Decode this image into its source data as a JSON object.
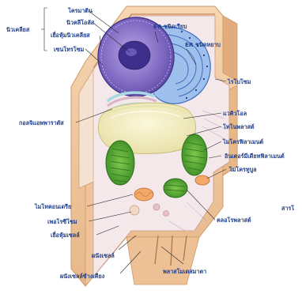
{
  "nucleus_group_label": "นิวเคลียส",
  "labels": {
    "chromatin": "โครมาติน",
    "nucleolus": "นิวคลีโอลัส",
    "nuclear_membrane": "เยื่อหุ้มนิวเคลียส",
    "nuclear_pore": "เซนโทรโซม",
    "golgi": "กอลจิแอพพาราตัส",
    "rough_er": "ER ชนิดเรียบ",
    "smooth_er": "ER ชนิดหยาบ",
    "ribosome": "ไรโบโซม",
    "vacuole": "แวคิวโอล",
    "tonoplast": "โทโนพลาสต์",
    "mitochondrion": "ไมโครฟิลาเมนต์",
    "intermediate_filament": "อินเตอร์มีเดียทฟิลาเมนต์",
    "microtubule": "ไมโครทูบูล",
    "far_right": "สารโ",
    "mitochondria_left": "ไมโทคอนเดรีย",
    "peroxisome": "เพอโรซีโซม",
    "cell_membrane": "เยื่อหุ้มเซลล์",
    "cell_wall": "ผนังเซลล์",
    "adjacent_cell_wall": "ผนังเซลล์ข้างเคียง",
    "chloroplast": "คลอโรพลาสต์",
    "plasmodesmata": "พลาสโมเดสมาตา"
  },
  "colors": {
    "cell_wall": "#f0c8a0",
    "cell_wall_edge": "#d49a6a",
    "cytoplasm": "#f6eef0",
    "nucleus": "#8a74c8",
    "nucleolus": "#4a3a9a",
    "er_blue": "#5a86d0",
    "vacuole": "#f2f0c4",
    "chloroplast": "#5fae3a",
    "label_text": "#1f3f8f"
  }
}
